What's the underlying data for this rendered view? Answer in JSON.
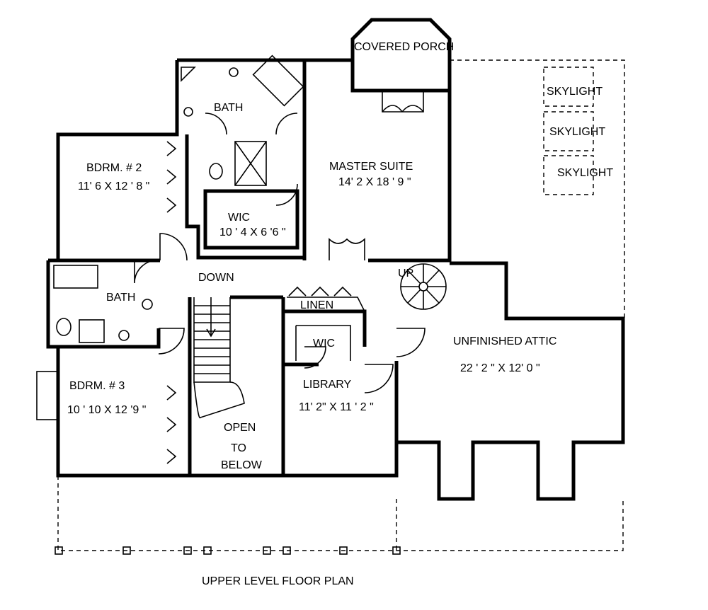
{
  "title": "UPPER LEVEL FLOOR PLAN",
  "rooms": {
    "covered_porch": "COVERED PORCH",
    "master_bath": "BATH",
    "master_suite": "MASTER SUITE",
    "master_suite_size": "14' 2 X 18 ' 9 \"",
    "bedroom2": "BDRM. # 2",
    "bedroom2_size": "11' 6 X 12 ' 8 \"",
    "wic_master": "WIC",
    "wic_master_size": "10 ' 4 X 6 '6 \"",
    "down": "DOWN",
    "up": "UP",
    "hall_bath": "BATH",
    "linen": "LINEN",
    "wic_library": "WIC",
    "library": "LIBRARY",
    "library_size": "11' 2\" X 11 ' 2 \"",
    "bedroom3": "BDRM. # 3",
    "bedroom3_size": "10 ' 10 X 12 '9 \"",
    "open": "OPEN",
    "to": "TO",
    "below": "BELOW",
    "attic": "UNFINISHED ATTIC",
    "attic_size": "22 ' 2 \" X 12' 0 \""
  },
  "skylights": [
    "SKYLIGHT",
    "SKYLIGHT",
    "SKYLIGHT"
  ]
}
